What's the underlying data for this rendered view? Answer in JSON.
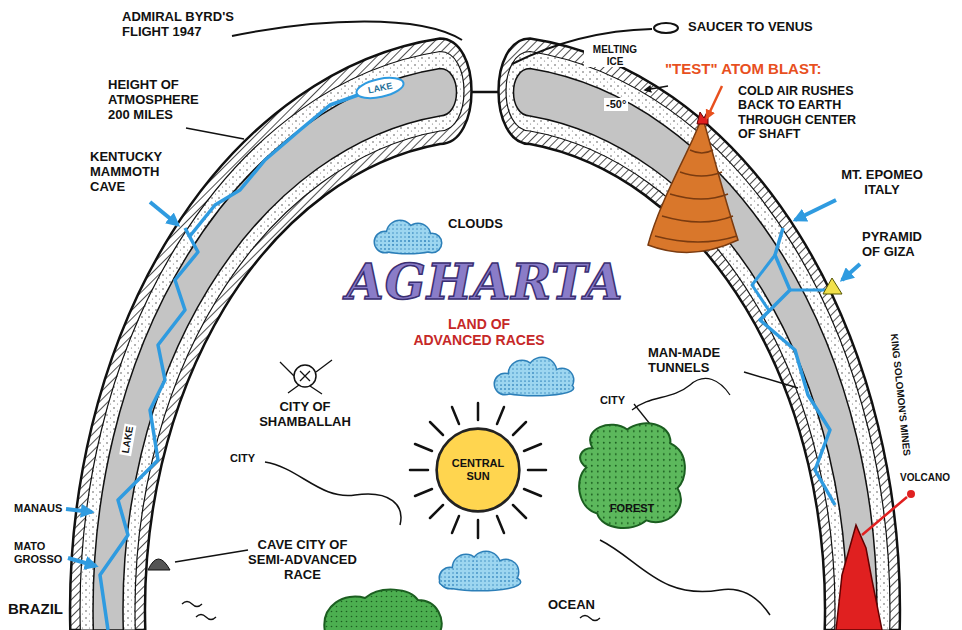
{
  "diagram": {
    "title": "AGHARTA",
    "nodes": [
      {
        "text": [
          "CENTRAL SUN"
        ]
      },
      {
        "text": [
          "FOREST"
        ]
      }
    ],
    "labels": [
      "ADMIRAL BYRD'S FLIGHT 1947",
      "SAUCER TO VENUS",
      "MELTING ICE",
      "\"TEST\" ATOM BLAST:",
      "HEIGHT OF ATMOSPHERE 200 MILES",
      "COLD AIR RUSHES BACK TO EARTH THROUGH CENTER OF SHAFT",
      "LAKE",
      "-50°",
      "KENTUCKY MAMMOTH CAVE",
      "MT. EPOMEO ITALY",
      "CLOUDS",
      "PYRAMID OF GIZA",
      "LAND OF ADVANCED RACES",
      "MAN-MADE TUNNELS",
      "CITY OF SHAMBALLAH",
      "LAKE",
      "CITY",
      "KING SOLOMON'S MINES",
      "CITY",
      "MANAUS",
      "VOLCANO",
      "MATO GROSSO",
      "CAVE CITY OF SEMI-ADVANCED RACE",
      "OCEAN",
      "BRAZIL"
    ]
  }
}
